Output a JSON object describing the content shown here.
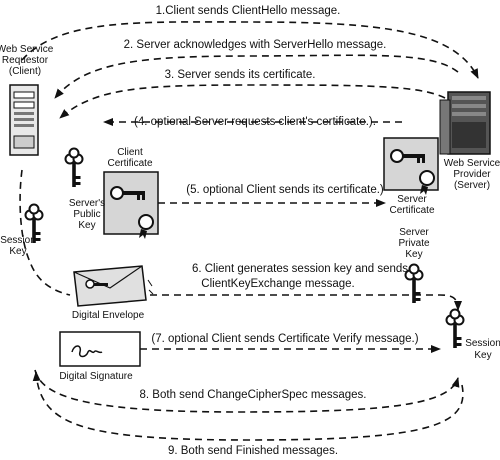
{
  "diagram": {
    "messages": [
      "1.Client sends ClientHello message.",
      "2. Server acknowledges with ServerHello message.",
      "3. Server sends its certificate.",
      "(4. optional Server requests client's certificate.).",
      "(5. optional Client sends its certificate.)",
      "6. Client generates session key and sends",
      "ClientKeyExchange message.",
      "(7. optional Client sends Certificate Verify message.)",
      "8. Both send ChangeCipherSpec messages.",
      "9. Both send Finished messages."
    ],
    "client": {
      "line1": "Web Service",
      "line2": "Requestor",
      "line3": "(Client)"
    },
    "server": {
      "line1": "Web Service",
      "line2": "Provider",
      "line3": "(Server)"
    },
    "servers_public_key": {
      "line1": "Server's",
      "line2": "Public",
      "line3": "Key"
    },
    "session_key_left": {
      "line1": "Session",
      "line2": "Key"
    },
    "session_key_right": {
      "line1": "Session",
      "line2": "Key"
    },
    "client_certificate": {
      "line1": "Client",
      "line2": "Certificate"
    },
    "server_certificate": {
      "line1": "Server",
      "line2": "Certificate"
    },
    "server_private_key": {
      "line1": "Server",
      "line2": "Private",
      "line3": "Key"
    },
    "digital_envelope": "Digital Envelope",
    "digital_signature": "Digital Signature"
  }
}
